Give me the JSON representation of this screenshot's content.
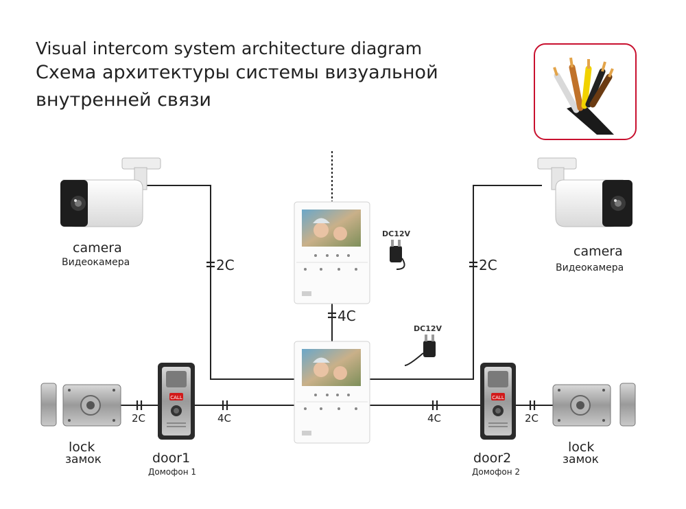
{
  "title": {
    "en": "Visual intercom system architecture diagram",
    "ru_line1": "Схема архитектуры системы визуальной",
    "ru_line2": "внутренней связи"
  },
  "devices": {
    "camera_left": {
      "label": "camera",
      "sub": "Видеокамера"
    },
    "camera_right": {
      "label": "camera",
      "sub": "Видеокамера"
    },
    "lock_left": {
      "label": "lock",
      "sub": "замок"
    },
    "lock_right": {
      "label": "lock",
      "sub": "замок"
    },
    "door1": {
      "label": "door1",
      "sub": "Домофон 1"
    },
    "door2": {
      "label": "door2",
      "sub": "Домофон 2"
    },
    "door_button": "CALL"
  },
  "power": {
    "top": "DC12V",
    "bottom": "DC12V"
  },
  "wires": {
    "camera_left": "2C",
    "camera_right": "2C",
    "monitors": "4C",
    "lock_left": "2C",
    "door1": "4C",
    "door2": "4C",
    "lock_right": "2C"
  },
  "colors": {
    "wire": "#222222",
    "cable_frame": "#c8102e",
    "door_panel": "#4a4a4a",
    "call_button": "#d11a1a"
  }
}
